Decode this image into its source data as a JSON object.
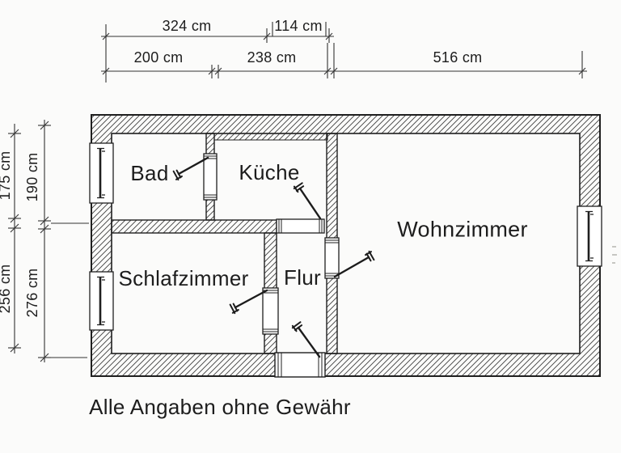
{
  "rooms": {
    "bad": "Bad",
    "kueche": "Küche",
    "wohnzimmer": "Wohnzimmer",
    "schlafzimmer": "Schlafzimmer",
    "flur": "Flur"
  },
  "dimensions": {
    "top_row_1": {
      "d1": "324 cm",
      "d2": "114 cm"
    },
    "top_row_2": {
      "d1": "200 cm",
      "d2": "238 cm",
      "d3": "516 cm"
    },
    "left_outer": {
      "d1": "175 cm",
      "d2": "256 cm"
    },
    "left_inner": {
      "d1": "190 cm",
      "d2": "276 cm"
    }
  },
  "footer": {
    "note": "Alle Angaben ohne Gewähr"
  },
  "colors": {
    "ink": "#262626",
    "paper": "#fbfbfa",
    "hatch": "#3f3f3f"
  }
}
